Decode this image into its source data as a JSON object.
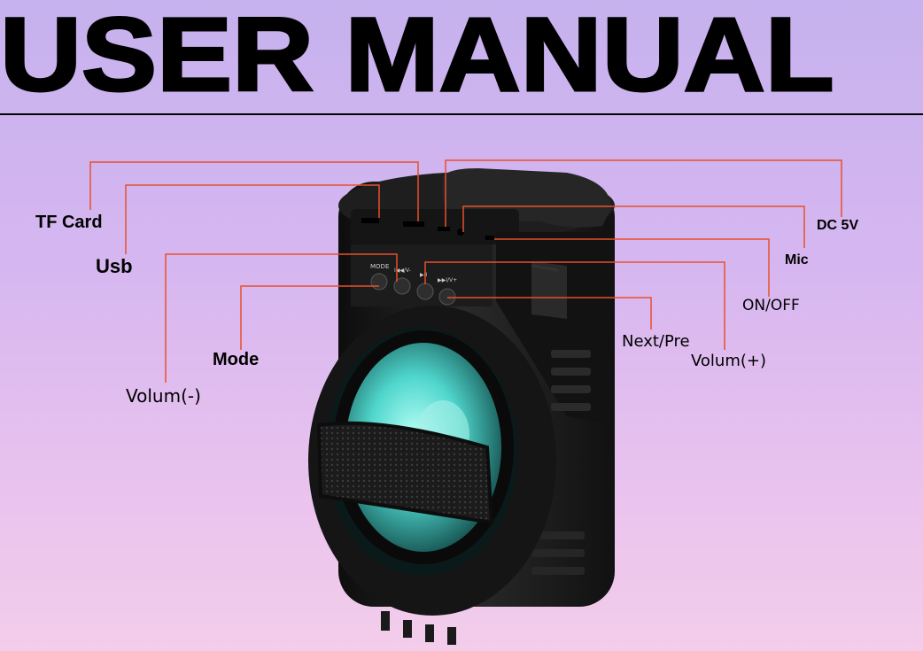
{
  "header": {
    "title": "USER MANUAL"
  },
  "labels": {
    "tf_card": "TF Card",
    "usb": "Usb",
    "volum_minus": "Volum(-)",
    "mode": "Mode",
    "dc_5v": "DC 5V",
    "mic": "Mic",
    "on_off": "ON/OFF",
    "next_pre": "Next/Pre",
    "volum_plus": "Volum(+)"
  },
  "panel_markings": {
    "mode": "MODE",
    "prev_vol_minus": "I◀◀/V-",
    "play_pause": "▶II",
    "next_vol_plus": "▶▶I/V+"
  },
  "colors": {
    "leader_line": "#e8502c",
    "speaker_body": "#1a1a1a",
    "speaker_glow": "#5ee0d8"
  }
}
